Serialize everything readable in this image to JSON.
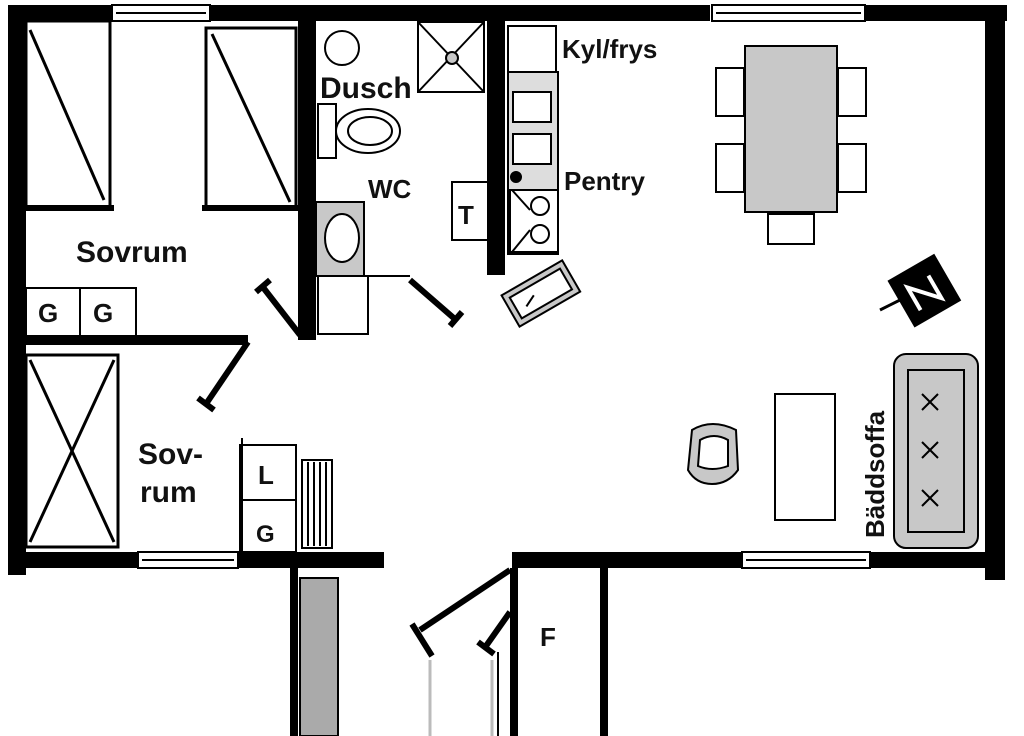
{
  "labels": {
    "sovrum": "Sovrum",
    "sovrum2_line1": "Sov-",
    "sovrum2_line2": "rum",
    "dusch": "Dusch",
    "wc": "WC",
    "kylfrys": "Kyl/frys",
    "pentry": "Pentry",
    "baddsoffa": "Bäddsoffa",
    "t": "T",
    "f": "F",
    "l": "L",
    "g1": "G",
    "g2": "G",
    "g3": "G"
  },
  "icons": {
    "compass": "north-arrow-icon",
    "stove": "stove-icon",
    "toilet": "toilet-icon",
    "sink": "sink-icon",
    "shower": "shower-icon"
  },
  "colors": {
    "wall": "#000000",
    "furniture_fill": "#c8c8c8",
    "background": "#ffffff"
  }
}
